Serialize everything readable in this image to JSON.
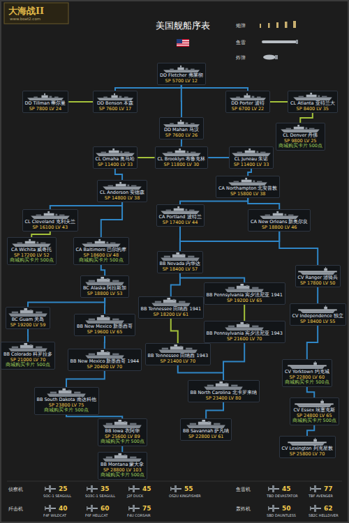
{
  "diagram": {
    "title": "美国舰船序表",
    "nodes": [
      {
        "text": [
          "DD Fletcher 弗莱彻",
          "SP 5700 LV 12"
        ]
      },
      {
        "text": [
          "DD Tillman 蒂尔曼",
          "SP 7800 LV 24"
        ]
      },
      {
        "text": [
          "DD Benson 本森",
          "SP 7600 LV 17"
        ]
      },
      {
        "text": [
          "DD Porter 波特",
          "SP 6700 LV 22"
        ]
      },
      {
        "text": [
          "CL Atlanta 亚特兰大",
          "SP 8400 LV 35"
        ]
      },
      {
        "text": [
          "DD Mahan 马汉",
          "SP 7600 LV 26"
        ]
      },
      {
        "text": [
          "CL Denver 丹佛",
          "SP 9800 LV 25",
          "商城购买卡片 500点"
        ]
      },
      {
        "text": [
          "CL Omaha 奥马哈",
          "SP 11400 LV 33"
        ]
      },
      {
        "text": [
          "CL Brooklyn 布鲁克林",
          "SP 11800 LV 30"
        ]
      },
      {
        "text": [
          "CL Juneau 朱诺",
          "SP 11400 LV 33"
        ]
      },
      {
        "text": [
          "CL Anderson 安德森",
          "SP 14800 LV 38"
        ]
      },
      {
        "text": [
          "CA Northampton 北安普敦",
          "SP 15800 LV 38"
        ]
      },
      {
        "text": [
          "CA Portland 波特兰",
          "SP 17400 LV 44"
        ]
      },
      {
        "text": [
          "CL Cleveland 克利夫兰",
          "SP 16100 LV 43"
        ]
      },
      {
        "text": [
          "CA New Orleans 新奥尔良",
          "SP 18800 LV 46"
        ]
      },
      {
        "text": [
          "CA Wichita 威奇托",
          "SP 17200 LV 52",
          "商城购买卡片 500点"
        ]
      },
      {
        "text": [
          "CA Baltimore 巴尔的摩",
          "SP 18600 LV 48",
          "商城购买卡片 500点"
        ]
      },
      {
        "text": [
          "BB Nevada 内华达",
          "SP 18400 LV 57"
        ]
      },
      {
        "text": [
          "BC Alaska 阿拉斯加",
          "SP 18800 LV 53"
        ]
      },
      {
        "text": [
          "CV Ranger 游骑兵",
          "SP 17800 LV 50"
        ]
      },
      {
        "text": [
          "BC Guam 关岛",
          "SP 19200 LV 59"
        ]
      },
      {
        "text": [
          "BB Tennessee 田纳西 1941",
          "SP 18200 LV 61"
        ]
      },
      {
        "text": [
          "BB Pennsylvania 宾夕法尼亚 1941",
          "SP 19200 LV 65"
        ]
      },
      {
        "text": [
          "CV Independence 独立",
          "SP 18400 LV 55"
        ]
      },
      {
        "text": [
          "BB New Mexico 新墨西哥",
          "SP 19600 LV 65"
        ]
      },
      {
        "text": [
          "BB Colorado 科罗拉多",
          "SP 21000 LV 70",
          "商城购买卡片 500点"
        ]
      },
      {
        "text": [
          "BB New Mexico 新墨西哥 1944",
          "SP 20400 LV 70"
        ]
      },
      {
        "text": [
          "BB Tennessee 田纳西 1943",
          "SP 21400 LV 70"
        ]
      },
      {
        "text": [
          "BB Pennsylvania 宾夕法尼亚 1943",
          "SP 21600 LV 70"
        ]
      },
      {
        "text": [
          "CV Yorktown 约克城",
          "SP 22800 LV 60",
          "商城购买卡片 500点"
        ]
      },
      {
        "text": [
          "BB South Dakota 南达科他",
          "SP 23800 LV 75",
          "商城购买卡片 500点"
        ]
      },
      {
        "text": [
          "BB North Carolina 北卡罗来纳",
          "SP 23400 LV 80"
        ]
      },
      {
        "text": [
          "CV Essex 埃塞克斯",
          "SP 24800 LV 65",
          "商城购买卡片 500点"
        ]
      },
      {
        "text": [
          "BB Iowa 衣阿华",
          "SP 25600 LV 89",
          "商城购买卡片 500点"
        ]
      },
      {
        "text": [
          "BB Savannah 萨凡纳",
          "SP 22800 LV 61"
        ]
      },
      {
        "text": [
          "CV Lexington 列克星敦",
          "SP 25800 LV 70"
        ]
      },
      {
        "text": [
          "BB Montana 蒙大拿",
          "SP 28800 LV 103",
          "商城购买卡片 500点"
        ]
      }
    ],
    "edges": [
      {
        "from": 0,
        "to": 2,
        "arrow": "none"
      },
      {
        "from": 0,
        "to": 3,
        "arrow": "none"
      },
      {
        "from": 2,
        "to": 1,
        "arrow": "none"
      },
      {
        "from": 3,
        "to": 4,
        "arrow": "none"
      },
      {
        "from": 0,
        "to": 5,
        "arrow": "none"
      },
      {
        "from": 5,
        "to": 8,
        "arrow": "none"
      },
      {
        "from": 4,
        "to": 6,
        "arrow": "none"
      },
      {
        "from": 8,
        "to": 7,
        "arrow": "none"
      },
      {
        "from": 8,
        "to": 9,
        "arrow": "none"
      },
      {
        "from": 7,
        "to": 10,
        "arrow": "none"
      },
      {
        "from": 9,
        "to": 11,
        "arrow": "none"
      },
      {
        "from": 10,
        "to": 13,
        "arrow": "none"
      },
      {
        "from": 10,
        "to": 16,
        "arrow": "none"
      },
      {
        "from": 11,
        "to": 12,
        "arrow": "none"
      },
      {
        "from": 11,
        "to": 14,
        "arrow": "none"
      },
      {
        "from": 13,
        "to": 15,
        "arrow": "none"
      },
      {
        "from": 16,
        "to": 18,
        "arrow": "none"
      },
      {
        "from": 12,
        "to": 17,
        "arrow": "none"
      },
      {
        "from": 14,
        "to": 17,
        "arrow": "none"
      },
      {
        "from": 14,
        "to": 19,
        "arrow": "none"
      },
      {
        "from": 17,
        "to": 21,
        "arrow": "none"
      },
      {
        "from": 17,
        "to": 22,
        "arrow": "none"
      },
      {
        "from": 18,
        "to": 24,
        "arrow": "none"
      },
      {
        "from": 18,
        "to": 20,
        "arrow": "none"
      },
      {
        "from": 20,
        "to": 25,
        "arrow": "none"
      },
      {
        "from": 24,
        "to": 26,
        "arrow": "none"
      },
      {
        "from": 21,
        "to": 27,
        "arrow": "none"
      },
      {
        "from": 22,
        "to": 28,
        "arrow": "none"
      },
      {
        "from": 19,
        "to": 23,
        "arrow": "none"
      },
      {
        "from": 23,
        "to": 29,
        "arrow": "none"
      },
      {
        "from": 26,
        "to": 30,
        "arrow": "none"
      },
      {
        "from": 27,
        "to": 31,
        "arrow": "none"
      },
      {
        "from": 28,
        "to": 31,
        "arrow": "none"
      },
      {
        "from": 29,
        "to": 32,
        "arrow": "none"
      },
      {
        "from": 30,
        "to": 33,
        "arrow": "none"
      },
      {
        "from": 31,
        "to": 34,
        "arrow": "none"
      },
      {
        "from": 33,
        "to": 36,
        "arrow": "none"
      },
      {
        "from": 32,
        "to": 35,
        "arrow": "none"
      }
    ],
    "labels": [
      "大海战II",
      "www.boat2.com",
      "侦察机",
      "SOC-1 SEAGULL",
      "25",
      "SO3C-1 SEAGULL",
      "35",
      "J2F DUCK",
      "45",
      "OS2U KINGFISHER",
      "55",
      "鱼雷机",
      "TBD DEVASTATOR",
      "45",
      "TBF AVENGER",
      "77",
      "歼击机",
      "F4F WILDCAT",
      "40",
      "F6F HELLCAT",
      "60",
      "F4U CORSAIR",
      "75",
      "轰炸机",
      "SBD DAUNTLESS",
      "50",
      "SB2C HELLDIVER",
      "62"
    ],
    "legend": [
      {
        "text": "炮弹"
      },
      {
        "text": "鱼雷"
      },
      {
        "text": "炸弹"
      }
    ]
  }
}
